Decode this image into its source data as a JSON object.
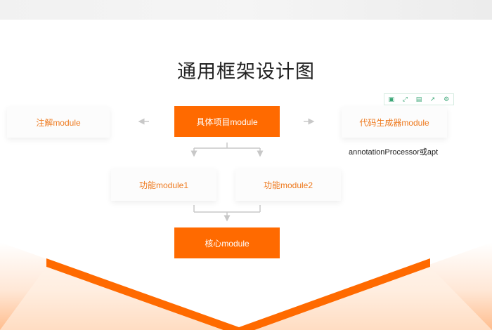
{
  "diagram": {
    "title": "通用框架设计图",
    "nodes": {
      "annotation": "注解module",
      "project": "具体项目module",
      "generator": "代码生成器module",
      "feature1": "功能module1",
      "feature2": "功能module2",
      "core": "核心module"
    },
    "generator_note": "annotationProcessor或apt"
  },
  "toolbar": {
    "icons": [
      "save-icon",
      "fullscreen-icon",
      "download-icon",
      "share-icon",
      "settings-icon"
    ]
  },
  "colors": {
    "accent": "#ff6a00",
    "light_label": "#ee7a1f",
    "arrow": "#c8c8c8",
    "toolbar_green": "#3aa676"
  }
}
